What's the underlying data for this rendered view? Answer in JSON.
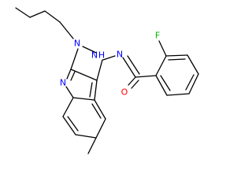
{
  "molecule": {
    "atom_labels": {
      "N1": "N",
      "N2": "N",
      "H2": "H",
      "N_imine": "N",
      "N_pyridine": "N",
      "O": "O",
      "F": "F"
    },
    "colors": {
      "N": "#0000ff",
      "O": "#ff0000",
      "F": "#00bb00"
    }
  }
}
